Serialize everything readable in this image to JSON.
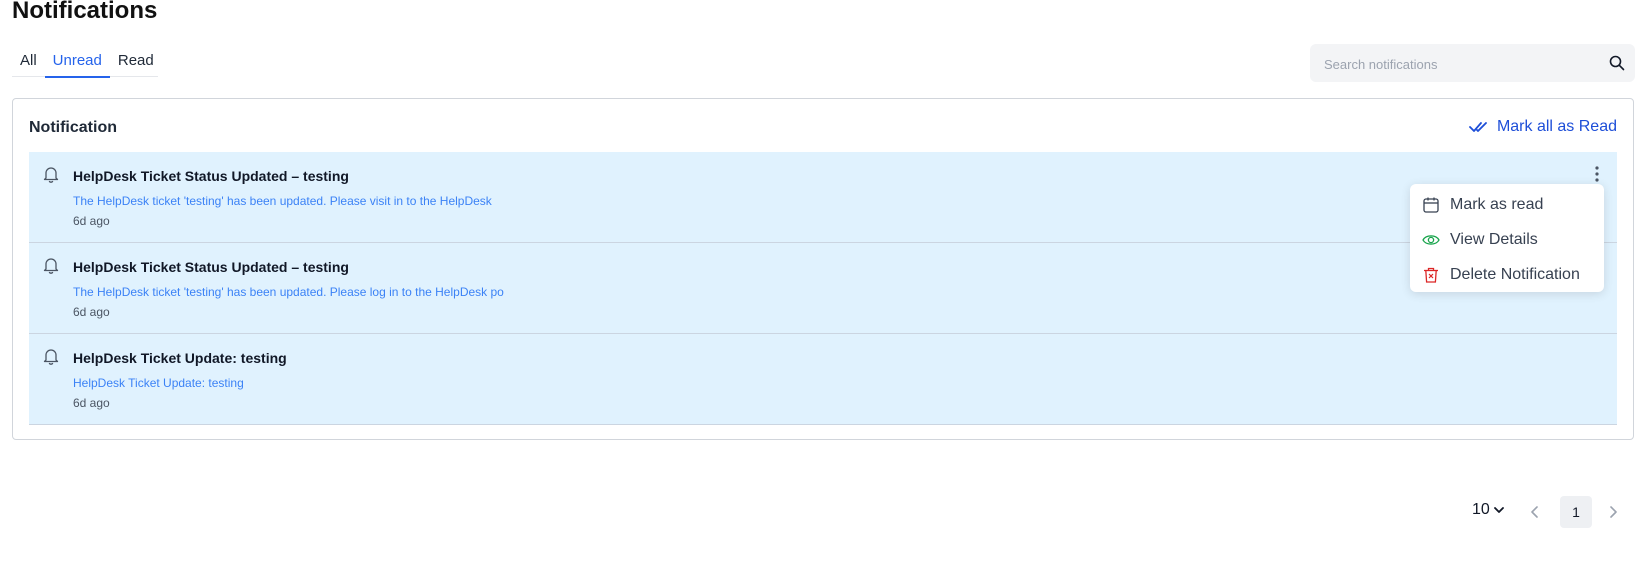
{
  "page": {
    "title": "Notifications"
  },
  "tabs": [
    {
      "label": "All"
    },
    {
      "label": "Unread"
    },
    {
      "label": "Read"
    }
  ],
  "search": {
    "placeholder": "Search notifications",
    "icon": "search-icon"
  },
  "card": {
    "title": "Notification",
    "mark_all_label": "Mark all as Read"
  },
  "notifications": [
    {
      "title": "HelpDesk Ticket Status Updated – testing",
      "message": "The HelpDesk ticket 'testing' has been updated. Please visit in to the HelpDesk",
      "time": "6d ago"
    },
    {
      "title": "HelpDesk Ticket Status Updated – testing",
      "message": "The HelpDesk ticket 'testing' has been updated. Please log in to the HelpDesk po",
      "time": "6d ago"
    },
    {
      "title": "HelpDesk Ticket Update: testing",
      "message": "HelpDesk Ticket Update: testing",
      "time": "6d ago"
    }
  ],
  "context_menu": {
    "items": [
      {
        "label": "Mark as read",
        "icon": "calendar-icon",
        "color": "#374151"
      },
      {
        "label": "View Details",
        "icon": "eye-icon",
        "color": "#16a34a"
      },
      {
        "label": "Delete Notification",
        "icon": "trash-icon",
        "color": "#dc2626"
      }
    ]
  },
  "pagination": {
    "page_size": "10",
    "current_page": "1"
  },
  "colors": {
    "accent": "#2563eb",
    "row_bg": "#e0f2fe",
    "message_text": "#3b82f6"
  }
}
